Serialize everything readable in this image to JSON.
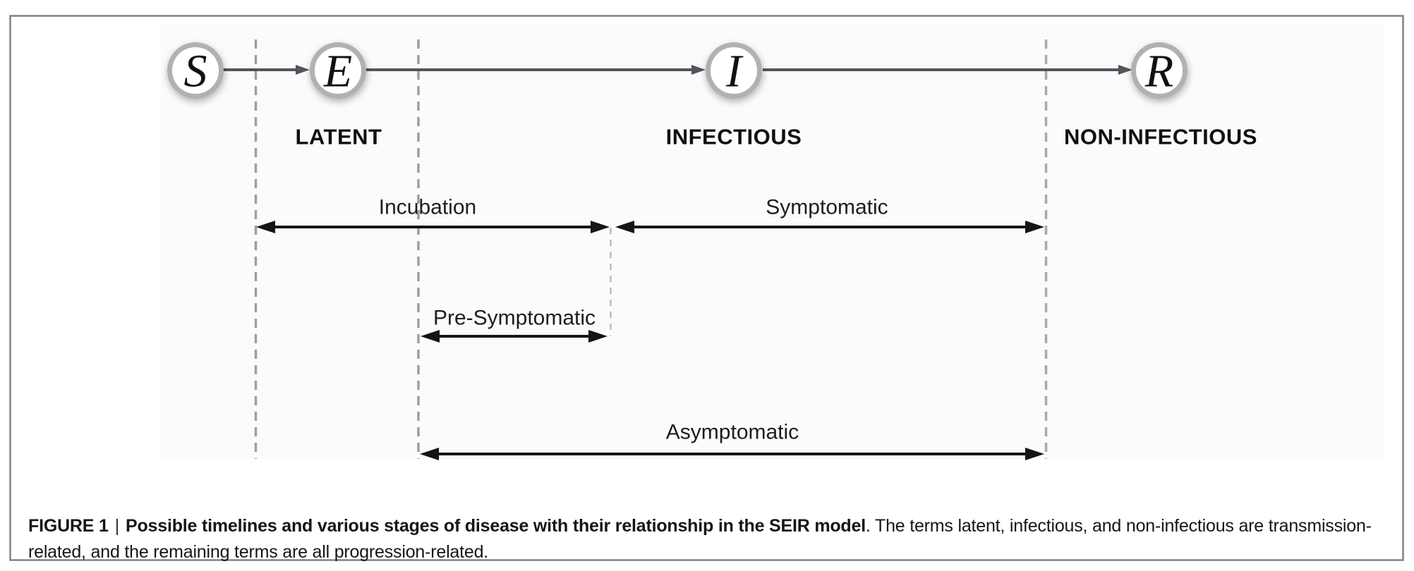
{
  "colors": {
    "figure_border": "#828282",
    "panel_background": "#fbfbfb",
    "connector_arrow": "#50555e",
    "timeline_arrow": "#151515",
    "dashed_line": "#9e9e9e",
    "dashed_line_light": "#c4c4c4",
    "node_ring": "#b1b1b1",
    "node_fill": "#ffffff",
    "text": "#111111"
  },
  "diagram": {
    "nodes": [
      {
        "id": "S",
        "label": "S"
      },
      {
        "id": "E",
        "label": "E"
      },
      {
        "id": "I",
        "label": "I"
      },
      {
        "id": "R",
        "label": "R"
      }
    ],
    "stage_labels": [
      {
        "id": "latent",
        "label": "LATENT"
      },
      {
        "id": "infectious",
        "label": "INFECTIOUS"
      },
      {
        "id": "non_infectious",
        "label": "NON-INFECTIOUS"
      }
    ],
    "timelines": [
      {
        "id": "incubation",
        "label": "Incubation"
      },
      {
        "id": "symptomatic",
        "label": "Symptomatic"
      },
      {
        "id": "pre_symptomatic",
        "label": "Pre-Symptomatic"
      },
      {
        "id": "asymptomatic",
        "label": "Asymptomatic"
      }
    ]
  },
  "caption": {
    "figure_label": "FIGURE 1",
    "separator": "|",
    "title_bold": "Possible timelines and various stages of disease with their relationship in the SEIR model",
    "body": ". The terms latent, infectious, and non-infectious are transmission-related, and the remaining terms are all progression-related."
  }
}
